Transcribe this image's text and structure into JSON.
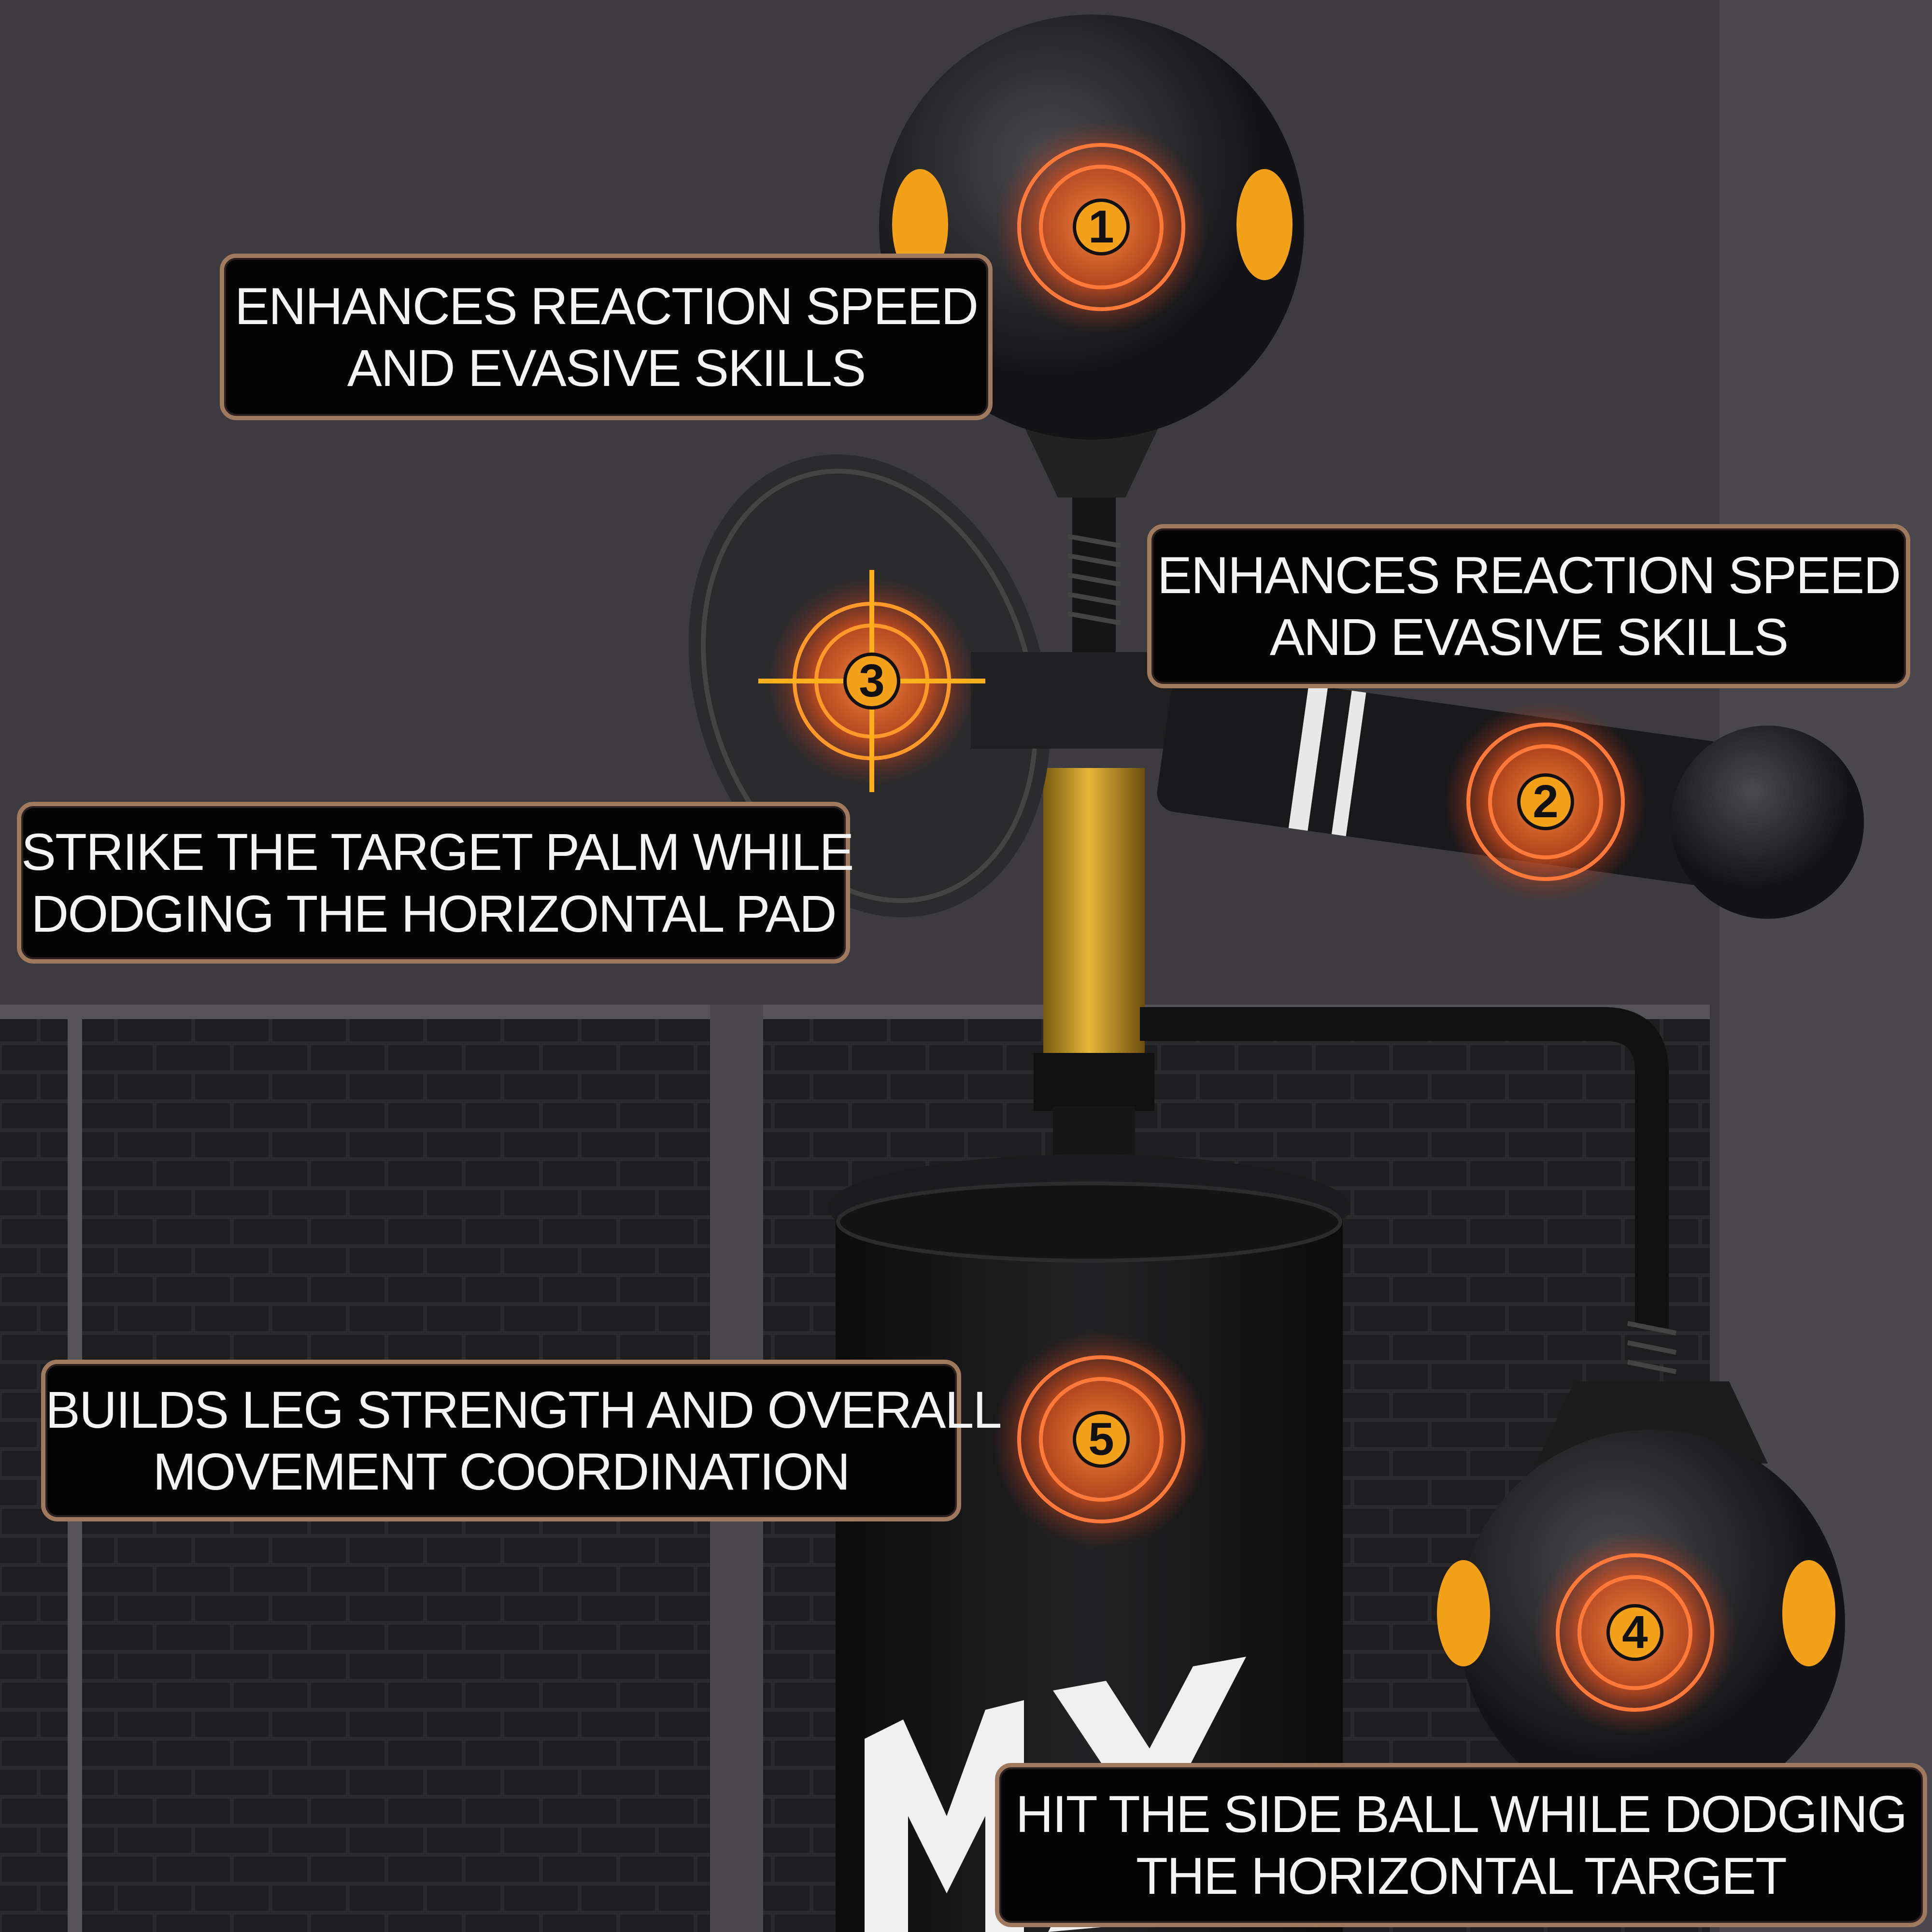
{
  "callouts": {
    "c1": [
      "ENHANCES REACTION SPEED",
      "AND EVASIVE SKILLS"
    ],
    "c2": [
      "ENHANCES REACTION SPEED",
      "AND EVASIVE SKILLS"
    ],
    "c3": [
      "STRIKE THE TARGET PALM WHILE",
      "DODGING THE HORIZONTAL PAD"
    ],
    "c5": [
      "BUILDS LEG STRENGTH AND OVERALL",
      "MOVEMENT COORDINATION"
    ],
    "c4": [
      "HIT THE SIDE BALL WHILE DODGING",
      "THE HORIZONTAL TARGET"
    ]
  },
  "markers": {
    "m1": "1",
    "m2": "2",
    "m3": "3",
    "m4": "4",
    "m5": "5"
  },
  "colors": {
    "background": "#3d3b3f",
    "equipment": "#1a1a1c",
    "accent_gold": "#f2a118",
    "target_glow": "#e2531c",
    "callout_border": "#a07a5e"
  },
  "icons": [
    "crosshair-target-icon",
    "pulse-target-icon"
  ]
}
